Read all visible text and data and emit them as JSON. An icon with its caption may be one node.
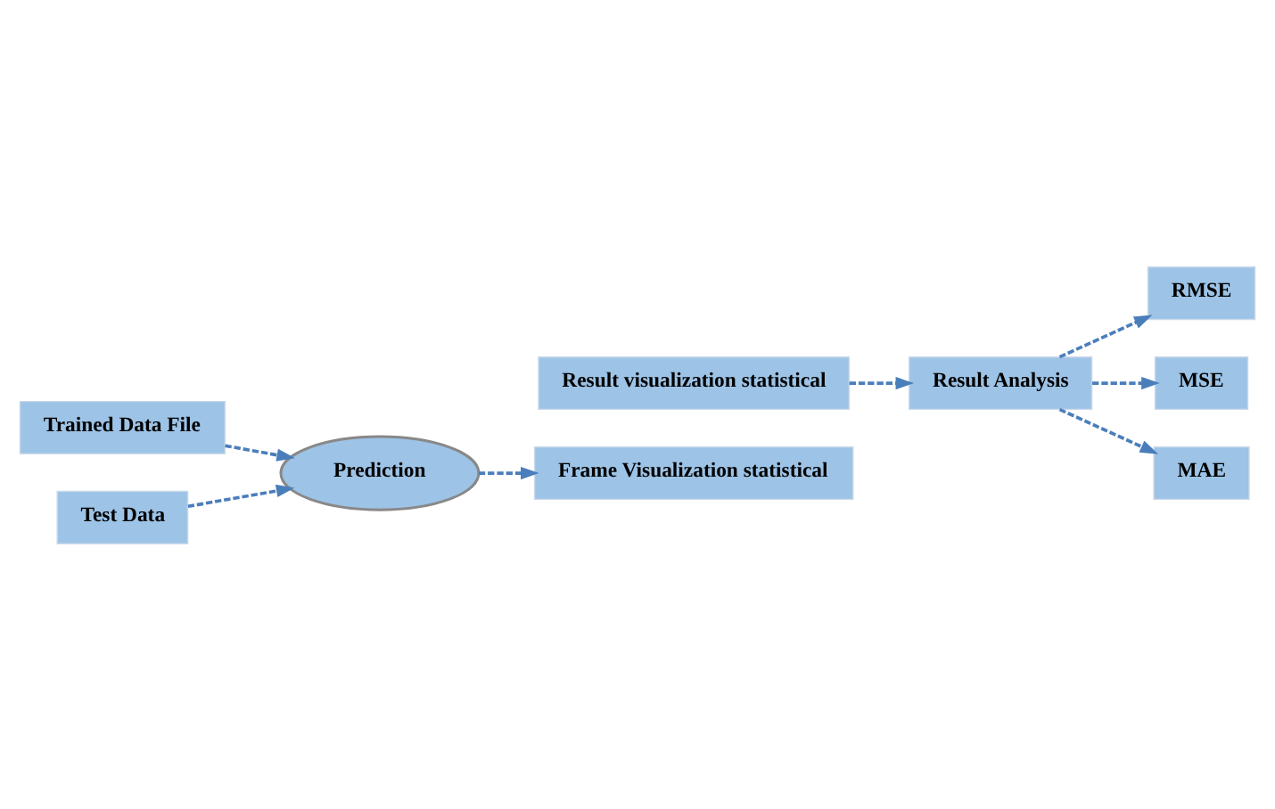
{
  "diagram": {
    "nodes": [
      {
        "text": [
          "Trained Data File"
        ]
      },
      {
        "text": [
          "Test Data"
        ]
      },
      {
        "text": [
          "Prediction"
        ]
      },
      {
        "text": [
          "Frame Visualization statistical"
        ]
      },
      {
        "text": [
          "Result visualization statistical"
        ]
      },
      {
        "text": [
          "Result Analysis"
        ]
      },
      {
        "text": [
          "RMSE"
        ]
      },
      {
        "text": [
          "MSE"
        ]
      },
      {
        "text": [
          "MAE"
        ]
      }
    ],
    "edges": [
      {
        "from": 0,
        "to": 2,
        "arrow": "to",
        "style": "dashed"
      },
      {
        "from": 1,
        "to": 2,
        "arrow": "to",
        "style": "dashed"
      },
      {
        "from": 2,
        "to": 3,
        "arrow": "to",
        "style": "dashed"
      },
      {
        "from": 4,
        "to": 5,
        "arrow": "to",
        "style": "dashed"
      },
      {
        "from": 5,
        "to": 6,
        "arrow": "to",
        "style": "dashed"
      },
      {
        "from": 5,
        "to": 7,
        "arrow": "to",
        "style": "dashed"
      },
      {
        "from": 5,
        "to": 8,
        "arrow": "to",
        "style": "dashed"
      }
    ]
  }
}
